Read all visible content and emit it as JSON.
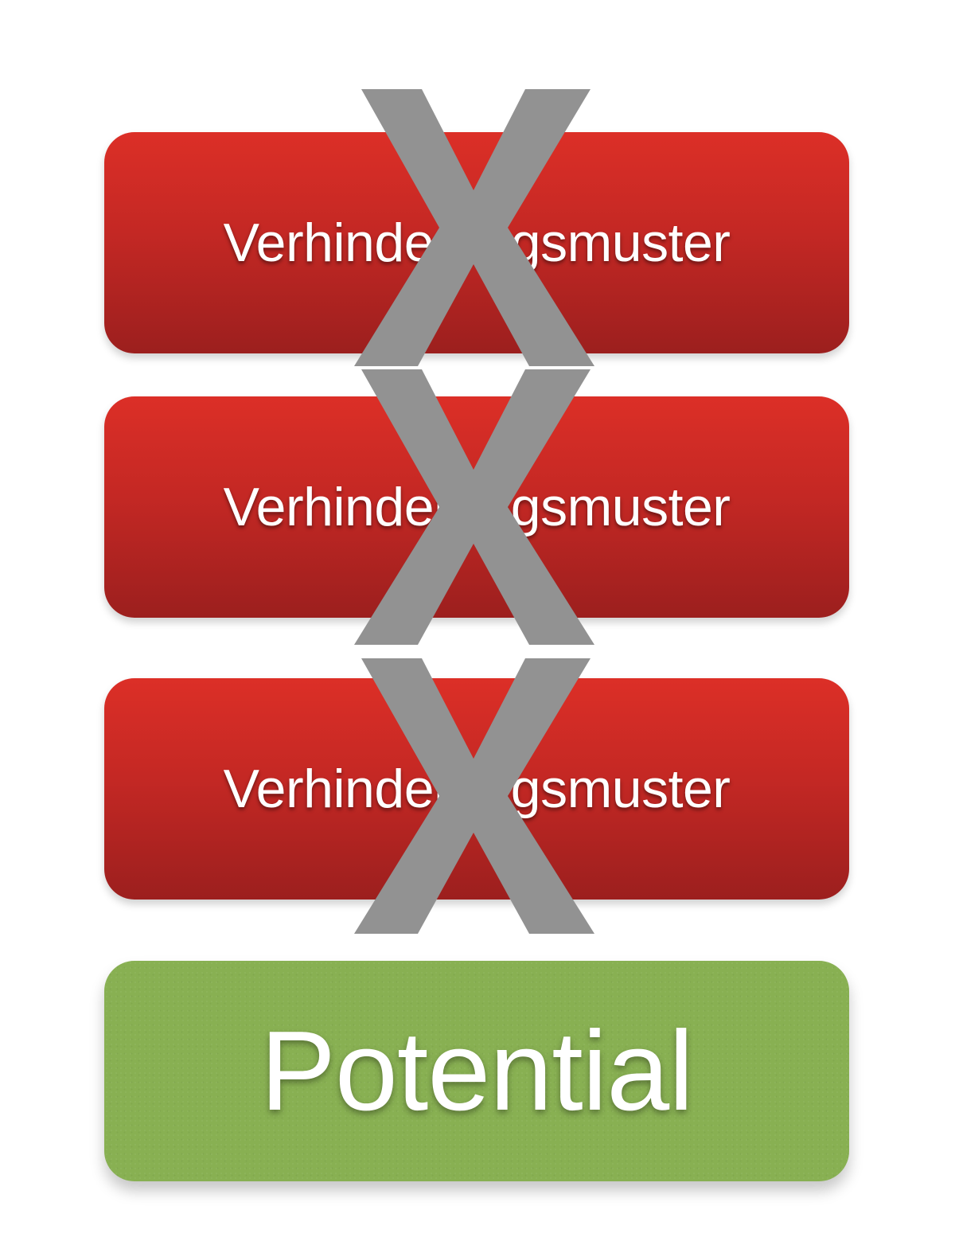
{
  "colors": {
    "blocker_red": "#c42824",
    "potential_green": "#88b052",
    "cross_gray": "#929292",
    "text": "#ffffff"
  },
  "blockers": [
    {
      "label": "Verhinderungsmuster",
      "crossed_out": true
    },
    {
      "label": "Verhinderungsmuster",
      "crossed_out": true
    },
    {
      "label": "Verhinderungsmuster",
      "crossed_out": true
    }
  ],
  "potential": {
    "label": "Potential"
  },
  "cross_icon": "x-mark"
}
